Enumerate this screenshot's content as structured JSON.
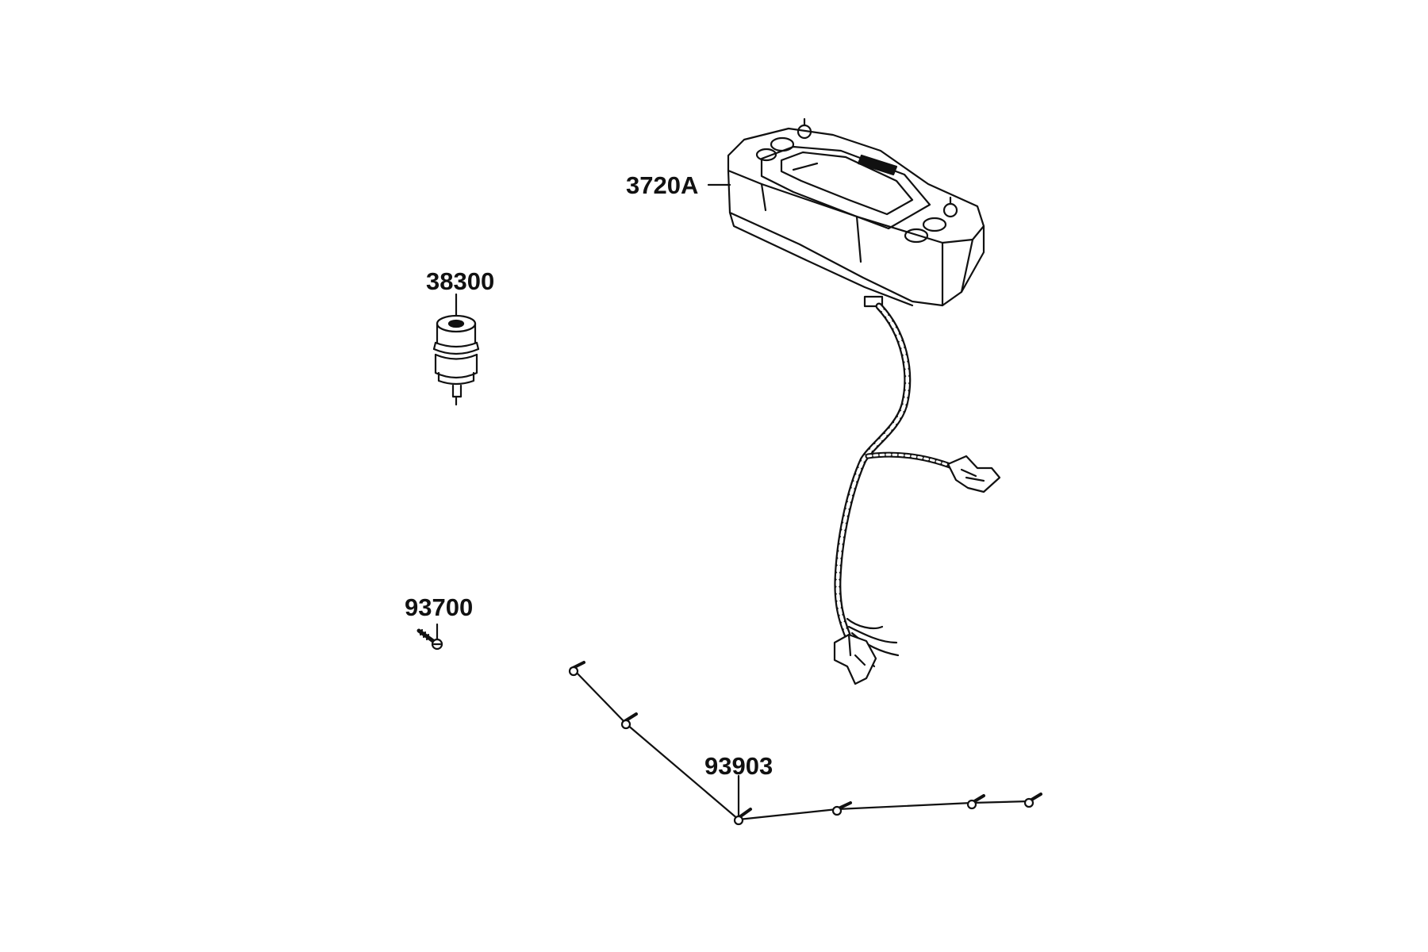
{
  "diagram": {
    "line_color": "#111111",
    "background": "#ffffff",
    "parts": [
      {
        "number": "3720A",
        "icon": "speedometer-meter-assembly-icon"
      },
      {
        "number": "38300",
        "icon": "ignition-switch-icon"
      },
      {
        "number": "93700",
        "icon": "screw-icon"
      },
      {
        "number": "93903",
        "icon": "tapping-screw-set-icon"
      }
    ]
  }
}
